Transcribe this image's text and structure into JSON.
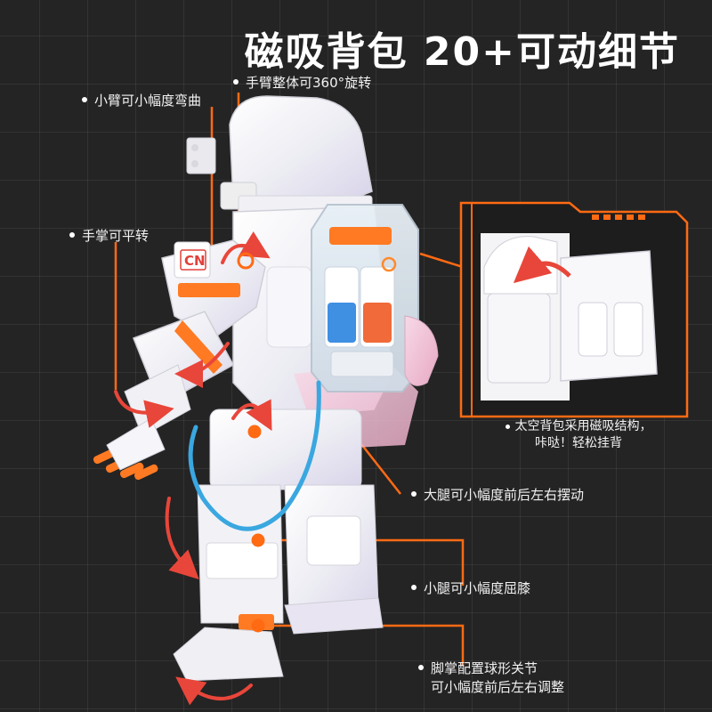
{
  "title": "磁吸背包 20+可动细节",
  "colors": {
    "background": "#242424",
    "accent_orange": "#ff6a13",
    "arrow_red": "#e8463a",
    "hose_blue": "#3aa7e0",
    "body_white": "#f4f4f6"
  },
  "callouts": {
    "forearm": "小臂可小幅度弯曲",
    "arm_rotate": "手臂整体可360°旋转",
    "palm": "手掌可平转",
    "thigh": "大腿可小幅度前后左右摆动",
    "shin": "小腿可小幅度屈膝",
    "foot_line1": "脚掌配置球形关节",
    "foot_line2": "可小幅度前后左右调整"
  },
  "inset": {
    "caption_line1": "太空背包采用磁吸结构，",
    "caption_line2": "咔哒！轻松挂背"
  },
  "figure": {
    "badge_text": "CN"
  }
}
